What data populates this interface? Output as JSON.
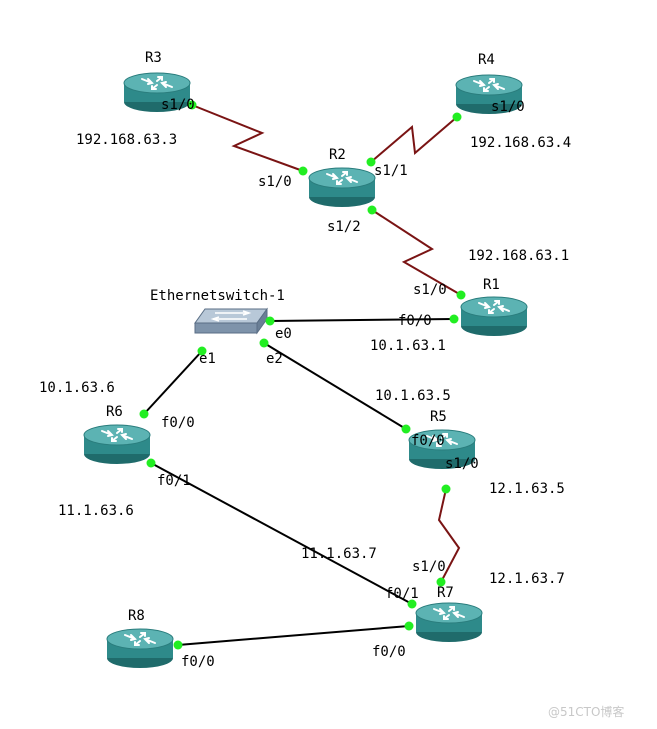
{
  "colors": {
    "serial_link": "#7a1414",
    "ethernet_link": "#000000",
    "port_dot": "#22ee22",
    "router_body": "#2e8a8a",
    "router_top": "#5cb3b3",
    "switch_body": "#8fa3b8"
  },
  "devices": {
    "r1": {
      "name": "R1",
      "icon": "router-icon"
    },
    "r2": {
      "name": "R2",
      "icon": "router-icon"
    },
    "r3": {
      "name": "R3",
      "icon": "router-icon"
    },
    "r4": {
      "name": "R4",
      "icon": "router-icon"
    },
    "r5": {
      "name": "R5",
      "icon": "router-icon"
    },
    "r6": {
      "name": "R6",
      "icon": "router-icon"
    },
    "r7": {
      "name": "R7",
      "icon": "router-icon"
    },
    "r8": {
      "name": "R8",
      "icon": "router-icon"
    },
    "sw1": {
      "name": "Ethernetswitch-1",
      "icon": "ethernet-switch-icon"
    }
  },
  "ports": {
    "r3_s10": "s1/0",
    "r4_s10": "s1/0",
    "r2_s10": "s1/0",
    "r2_s11": "s1/1",
    "r2_s12": "s1/2",
    "r1_s10": "s1/0",
    "r1_f00": "f0/0",
    "sw_e0": "e0",
    "sw_e1": "e1",
    "sw_e2": "e2",
    "r6_f00": "f0/0",
    "r6_f01": "f0/1",
    "r5_f00": "f0/0",
    "r5_s10": "s1/0",
    "r7_s10": "s1/0",
    "r7_f01": "f0/1",
    "r7_f00": "f0/0",
    "r8_f00": "f0/0"
  },
  "ips": {
    "r3": "192.168.63.3",
    "r4": "192.168.63.4",
    "r1_serial": "192.168.63.1",
    "r1_eth": "10.1.63.1",
    "r6_eth": "10.1.63.6",
    "r5_eth": "10.1.63.5",
    "r5_serial": "12.1.63.5",
    "r6_f01": "11.1.63.6",
    "r7_f01": "11.1.63.7",
    "r7_serial": "12.1.63.7"
  },
  "watermark": "@51CTO博客"
}
